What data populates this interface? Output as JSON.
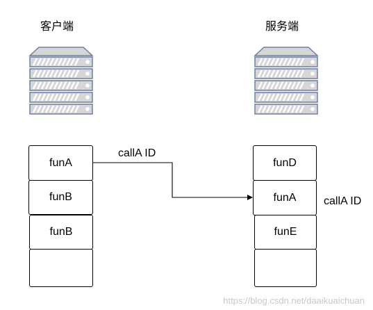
{
  "client": {
    "title": "客户端",
    "stack": [
      "funA",
      "funB",
      "funB",
      ""
    ]
  },
  "server": {
    "title": "服务端",
    "stack": [
      "funD",
      "funA",
      "funE",
      ""
    ]
  },
  "call_label_top": "callA ID",
  "call_label_right": "callA ID",
  "watermark": "https://blog.csdn.net/daaikuaichuan",
  "icons": {
    "server": "server-rack-icon"
  },
  "colors": {
    "server_fill": "#d6d6d6",
    "server_stroke": "#6b7fa6",
    "line": "#000000"
  }
}
